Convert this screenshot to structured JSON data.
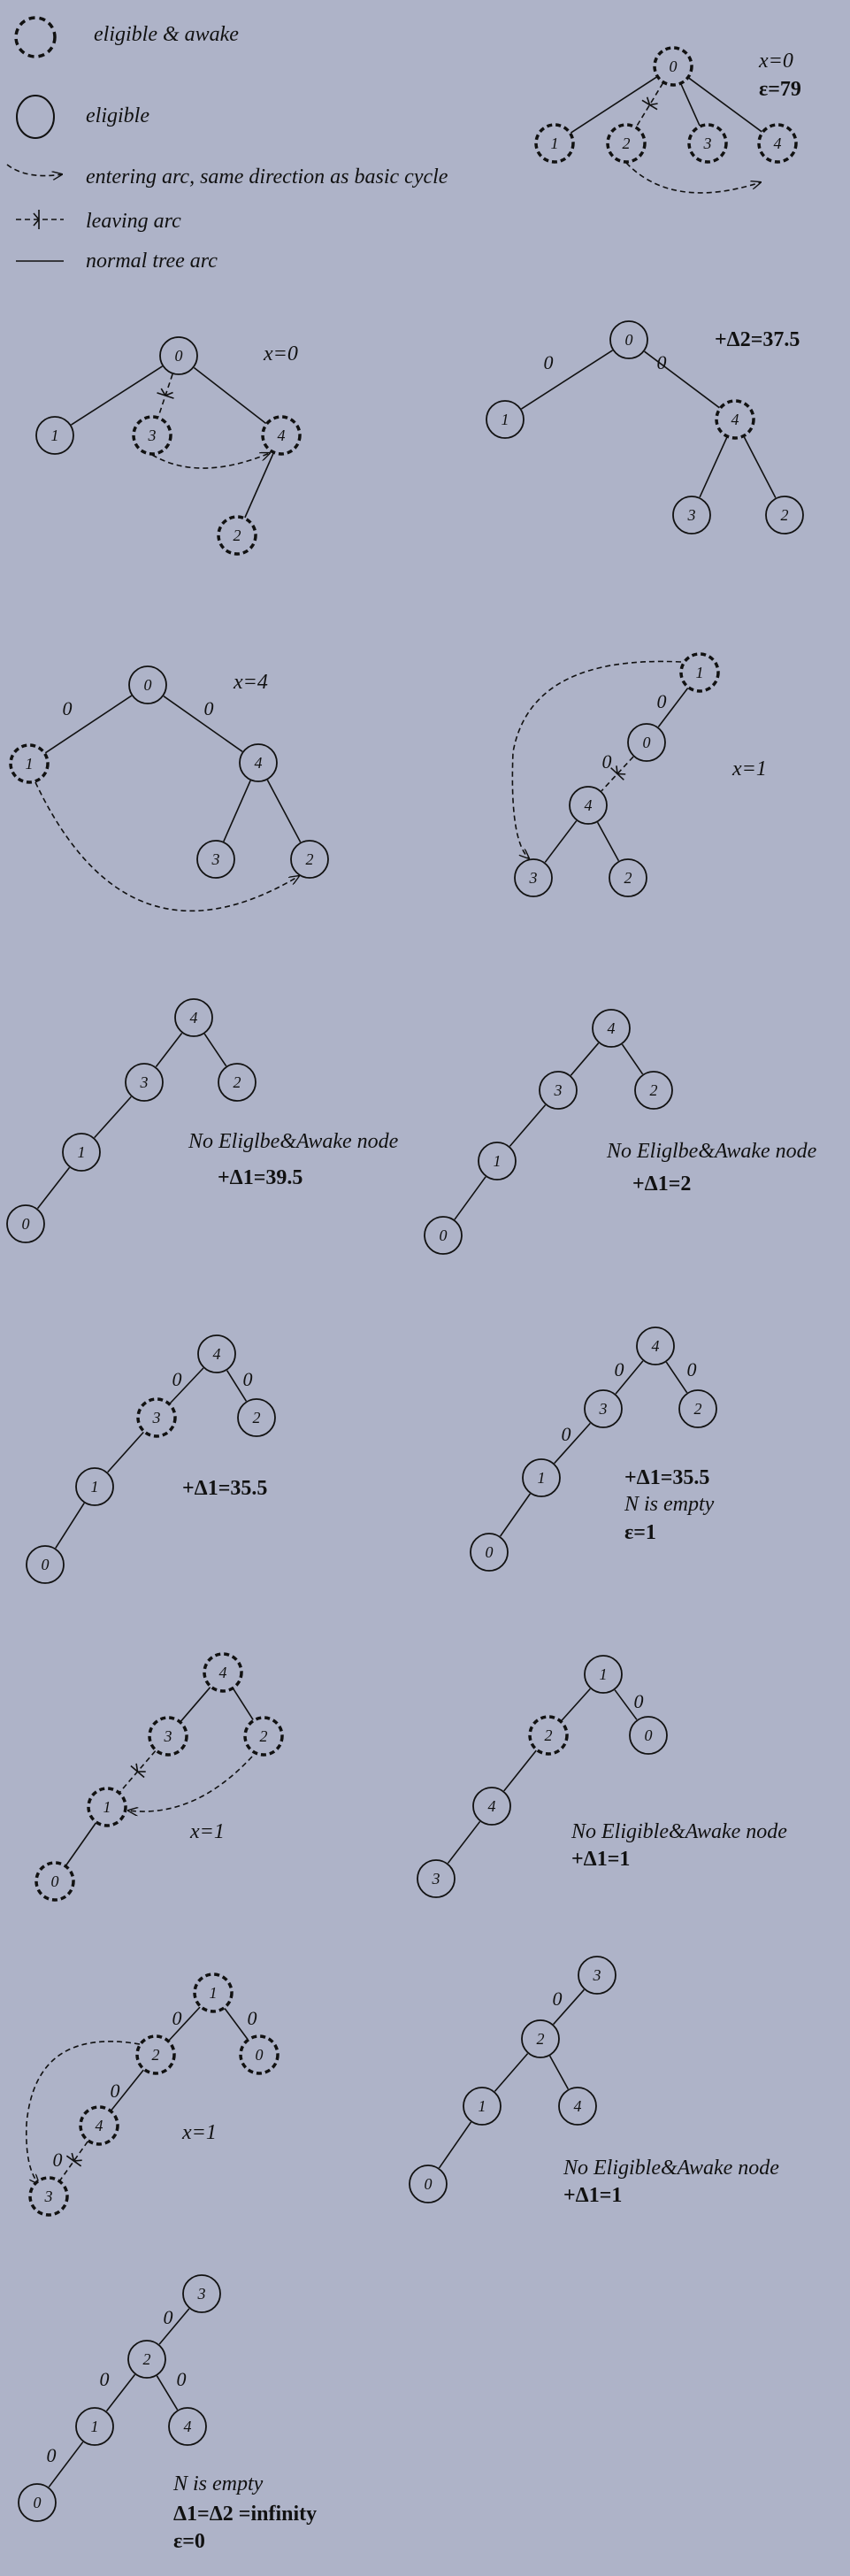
{
  "legend": [
    {
      "symbol": "dashed-circle",
      "text": "eligible & awake"
    },
    {
      "symbol": "solid-circle",
      "text": "eligible"
    },
    {
      "symbol": "dashed-arrow",
      "text": "entering arc, same direction as basic cycle"
    },
    {
      "symbol": "leaving-arc",
      "text": "leaving arc"
    },
    {
      "symbol": "solid-line",
      "text": "normal  tree arc"
    }
  ],
  "panels": [
    {
      "id": "p1",
      "nodes": [
        {
          "id": "n0",
          "label": "0",
          "style": "dashed"
        },
        {
          "id": "n1",
          "label": "1",
          "style": "dashed"
        },
        {
          "id": "n2",
          "label": "2",
          "style": "dashed"
        },
        {
          "id": "n3",
          "label": "3",
          "style": "dashed"
        },
        {
          "id": "n4",
          "label": "4",
          "style": "dashed"
        }
      ],
      "edges": [
        {
          "from": "n0",
          "to": "n1",
          "type": "tree"
        },
        {
          "from": "n0",
          "to": "n2",
          "type": "leaving"
        },
        {
          "from": "n0",
          "to": "n3",
          "type": "tree"
        },
        {
          "from": "n0",
          "to": "n4",
          "type": "tree"
        },
        {
          "from": "n2",
          "to": "n4",
          "type": "entering"
        }
      ],
      "texts": [
        {
          "text": "x=0",
          "style": "italic"
        },
        {
          "text": "ε=79",
          "style": "bold"
        }
      ]
    },
    {
      "id": "p2",
      "nodes": [
        {
          "id": "n0",
          "label": "0",
          "style": "solid"
        },
        {
          "id": "n1",
          "label": "1",
          "style": "solid"
        },
        {
          "id": "n3",
          "label": "3",
          "style": "dashed"
        },
        {
          "id": "n4",
          "label": "4",
          "style": "dashed"
        },
        {
          "id": "n2",
          "label": "2",
          "style": "dashed"
        }
      ],
      "edges": [
        {
          "from": "n0",
          "to": "n1",
          "type": "tree"
        },
        {
          "from": "n0",
          "to": "n3",
          "type": "leaving"
        },
        {
          "from": "n0",
          "to": "n4",
          "type": "tree"
        },
        {
          "from": "n4",
          "to": "n2",
          "type": "tree"
        },
        {
          "from": "n3",
          "to": "n4",
          "type": "entering"
        }
      ],
      "texts": [
        {
          "text": "x=0",
          "style": "italic"
        }
      ]
    },
    {
      "id": "p3",
      "nodes": [
        {
          "id": "n0",
          "label": "0",
          "style": "solid"
        },
        {
          "id": "n1",
          "label": "1",
          "style": "solid"
        },
        {
          "id": "n4",
          "label": "4",
          "style": "dashed"
        },
        {
          "id": "n3",
          "label": "3",
          "style": "solid"
        },
        {
          "id": "n2",
          "label": "2",
          "style": "solid"
        }
      ],
      "edges": [
        {
          "from": "n0",
          "to": "n1",
          "type": "tree",
          "label": "0"
        },
        {
          "from": "n0",
          "to": "n4",
          "type": "tree",
          "label": "0"
        },
        {
          "from": "n4",
          "to": "n3",
          "type": "tree"
        },
        {
          "from": "n4",
          "to": "n2",
          "type": "tree"
        }
      ],
      "texts": [
        {
          "text": "+Δ2=37.5",
          "style": "bold"
        }
      ]
    },
    {
      "id": "p4",
      "nodes": [
        {
          "id": "n0",
          "label": "0",
          "style": "solid"
        },
        {
          "id": "n1",
          "label": "1",
          "style": "dashed"
        },
        {
          "id": "n4",
          "label": "4",
          "style": "solid"
        },
        {
          "id": "n3",
          "label": "3",
          "style": "solid"
        },
        {
          "id": "n2",
          "label": "2",
          "style": "solid"
        }
      ],
      "edges": [
        {
          "from": "n0",
          "to": "n1",
          "type": "tree",
          "label": "0"
        },
        {
          "from": "n0",
          "to": "n4",
          "type": "tree",
          "label": "0"
        },
        {
          "from": "n4",
          "to": "n3",
          "type": "tree"
        },
        {
          "from": "n4",
          "to": "n2",
          "type": "tree"
        },
        {
          "from": "n1",
          "to": "n2",
          "type": "entering"
        }
      ],
      "texts": [
        {
          "text": "x=4",
          "style": "italic"
        }
      ]
    },
    {
      "id": "p5",
      "nodes": [
        {
          "id": "n1",
          "label": "1",
          "style": "dashed"
        },
        {
          "id": "n0",
          "label": "0",
          "style": "solid"
        },
        {
          "id": "n4",
          "label": "4",
          "style": "solid"
        },
        {
          "id": "n3",
          "label": "3",
          "style": "solid"
        },
        {
          "id": "n2",
          "label": "2",
          "style": "solid"
        }
      ],
      "edges": [
        {
          "from": "n1",
          "to": "n0",
          "type": "tree",
          "label": "0"
        },
        {
          "from": "n0",
          "to": "n4",
          "type": "leaving",
          "label": "0"
        },
        {
          "from": "n4",
          "to": "n3",
          "type": "tree"
        },
        {
          "from": "n4",
          "to": "n2",
          "type": "tree"
        },
        {
          "from": "n1",
          "to": "n3",
          "type": "entering"
        }
      ],
      "texts": [
        {
          "text": "x=1",
          "style": "italic"
        }
      ]
    },
    {
      "id": "p6",
      "nodes": [
        {
          "id": "n4",
          "label": "4",
          "style": "solid"
        },
        {
          "id": "n3",
          "label": "3",
          "style": "solid"
        },
        {
          "id": "n2",
          "label": "2",
          "style": "solid"
        },
        {
          "id": "n1",
          "label": "1",
          "style": "solid"
        },
        {
          "id": "n0",
          "label": "0",
          "style": "solid"
        }
      ],
      "edges": [
        {
          "from": "n4",
          "to": "n3",
          "type": "tree"
        },
        {
          "from": "n4",
          "to": "n2",
          "type": "tree"
        },
        {
          "from": "n3",
          "to": "n1",
          "type": "tree"
        },
        {
          "from": "n1",
          "to": "n0",
          "type": "tree"
        }
      ],
      "texts": [
        {
          "text": "No Eliglbe&Awake node",
          "style": "italic"
        },
        {
          "text": "+Δ1=39.5",
          "style": "bold"
        }
      ]
    },
    {
      "id": "p7",
      "nodes": [
        {
          "id": "n4",
          "label": "4",
          "style": "solid"
        },
        {
          "id": "n3",
          "label": "3",
          "style": "solid"
        },
        {
          "id": "n2",
          "label": "2",
          "style": "solid"
        },
        {
          "id": "n1",
          "label": "1",
          "style": "solid"
        },
        {
          "id": "n0",
          "label": "0",
          "style": "solid"
        }
      ],
      "edges": [
        {
          "from": "n4",
          "to": "n3",
          "type": "tree"
        },
        {
          "from": "n4",
          "to": "n2",
          "type": "tree"
        },
        {
          "from": "n3",
          "to": "n1",
          "type": "tree"
        },
        {
          "from": "n1",
          "to": "n0",
          "type": "tree"
        }
      ],
      "texts": [
        {
          "text": "No Eliglbe&Awake node",
          "style": "italic"
        },
        {
          "text": "+Δ1=2",
          "style": "bold"
        }
      ]
    },
    {
      "id": "p8",
      "nodes": [
        {
          "id": "n4",
          "label": "4",
          "style": "solid"
        },
        {
          "id": "n3",
          "label": "3",
          "style": "dashed"
        },
        {
          "id": "n2",
          "label": "2",
          "style": "solid"
        },
        {
          "id": "n1",
          "label": "1",
          "style": "solid"
        },
        {
          "id": "n0",
          "label": "0",
          "style": "solid"
        }
      ],
      "edges": [
        {
          "from": "n4",
          "to": "n3",
          "type": "tree",
          "label": "0"
        },
        {
          "from": "n4",
          "to": "n2",
          "type": "tree",
          "label": "0"
        },
        {
          "from": "n3",
          "to": "n1",
          "type": "tree"
        },
        {
          "from": "n1",
          "to": "n0",
          "type": "tree"
        }
      ],
      "texts": [
        {
          "text": "+Δ1=35.5",
          "style": "bold"
        }
      ]
    },
    {
      "id": "p9",
      "nodes": [
        {
          "id": "n4",
          "label": "4",
          "style": "solid"
        },
        {
          "id": "n3",
          "label": "3",
          "style": "solid"
        },
        {
          "id": "n2",
          "label": "2",
          "style": "solid"
        },
        {
          "id": "n1",
          "label": "1",
          "style": "solid"
        },
        {
          "id": "n0",
          "label": "0",
          "style": "solid"
        }
      ],
      "edges": [
        {
          "from": "n4",
          "to": "n3",
          "type": "tree",
          "label": "0"
        },
        {
          "from": "n4",
          "to": "n2",
          "type": "tree",
          "label": "0"
        },
        {
          "from": "n3",
          "to": "n1",
          "type": "tree",
          "label": "0"
        },
        {
          "from": "n1",
          "to": "n0",
          "type": "tree"
        }
      ],
      "texts": [
        {
          "text": "+Δ1=35.5",
          "style": "bold"
        },
        {
          "text": "N is empty",
          "style": "italic"
        },
        {
          "text": "ε=1",
          "style": "bold"
        }
      ]
    },
    {
      "id": "p10",
      "nodes": [
        {
          "id": "n4",
          "label": "4",
          "style": "dashed"
        },
        {
          "id": "n3",
          "label": "3",
          "style": "dashed"
        },
        {
          "id": "n2",
          "label": "2",
          "style": "dashed"
        },
        {
          "id": "n1",
          "label": "1",
          "style": "dashed"
        },
        {
          "id": "n0",
          "label": "0",
          "style": "dashed"
        }
      ],
      "edges": [
        {
          "from": "n4",
          "to": "n3",
          "type": "tree"
        },
        {
          "from": "n4",
          "to": "n2",
          "type": "tree"
        },
        {
          "from": "n3",
          "to": "n1",
          "type": "leaving"
        },
        {
          "from": "n1",
          "to": "n0",
          "type": "tree"
        },
        {
          "from": "n2",
          "to": "n1",
          "type": "entering"
        }
      ],
      "texts": [
        {
          "text": "x=1",
          "style": "italic"
        }
      ]
    },
    {
      "id": "p11",
      "nodes": [
        {
          "id": "n1",
          "label": "1",
          "style": "solid"
        },
        {
          "id": "n0",
          "label": "0",
          "style": "solid"
        },
        {
          "id": "n2",
          "label": "2",
          "style": "dashed"
        },
        {
          "id": "n4",
          "label": "4",
          "style": "solid"
        },
        {
          "id": "n3",
          "label": "3",
          "style": "solid"
        }
      ],
      "edges": [
        {
          "from": "n1",
          "to": "n0",
          "type": "tree",
          "label": "0"
        },
        {
          "from": "n1",
          "to": "n2",
          "type": "tree"
        },
        {
          "from": "n2",
          "to": "n4",
          "type": "tree"
        },
        {
          "from": "n4",
          "to": "n3",
          "type": "tree"
        }
      ],
      "texts": [
        {
          "text": "No Eligible&Awake node",
          "style": "italic"
        },
        {
          "text": "+Δ1=1",
          "style": "bold"
        }
      ]
    },
    {
      "id": "p12",
      "nodes": [
        {
          "id": "n1",
          "label": "1",
          "style": "dashed"
        },
        {
          "id": "n0",
          "label": "0",
          "style": "dashed"
        },
        {
          "id": "n2",
          "label": "2",
          "style": "dashed"
        },
        {
          "id": "n4",
          "label": "4",
          "style": "dashed"
        },
        {
          "id": "n3",
          "label": "3",
          "style": "dashed"
        }
      ],
      "edges": [
        {
          "from": "n1",
          "to": "n2",
          "type": "tree",
          "label": "0"
        },
        {
          "from": "n1",
          "to": "n0",
          "type": "tree",
          "label": "0"
        },
        {
          "from": "n2",
          "to": "n4",
          "type": "tree",
          "label": "0"
        },
        {
          "from": "n4",
          "to": "n3",
          "type": "leaving",
          "label": "0"
        },
        {
          "from": "n2",
          "to": "n3",
          "type": "entering"
        }
      ],
      "texts": [
        {
          "text": "x=1",
          "style": "italic"
        }
      ]
    },
    {
      "id": "p13",
      "nodes": [
        {
          "id": "n3",
          "label": "3",
          "style": "solid"
        },
        {
          "id": "n2",
          "label": "2",
          "style": "solid"
        },
        {
          "id": "n1",
          "label": "1",
          "style": "solid"
        },
        {
          "id": "n4",
          "label": "4",
          "style": "solid"
        },
        {
          "id": "n0",
          "label": "0",
          "style": "solid"
        }
      ],
      "edges": [
        {
          "from": "n3",
          "to": "n2",
          "type": "tree",
          "label": "0"
        },
        {
          "from": "n2",
          "to": "n1",
          "type": "tree"
        },
        {
          "from": "n2",
          "to": "n4",
          "type": "tree"
        },
        {
          "from": "n1",
          "to": "n0",
          "type": "tree"
        }
      ],
      "texts": [
        {
          "text": "No Eligible&Awake node",
          "style": "italic"
        },
        {
          "text": "+Δ1=1",
          "style": "bold"
        }
      ]
    },
    {
      "id": "p14",
      "nodes": [
        {
          "id": "n3",
          "label": "3",
          "style": "solid"
        },
        {
          "id": "n2",
          "label": "2",
          "style": "solid"
        },
        {
          "id": "n1",
          "label": "1",
          "style": "solid"
        },
        {
          "id": "n4",
          "label": "4",
          "style": "solid"
        },
        {
          "id": "n0",
          "label": "0",
          "style": "solid"
        }
      ],
      "edges": [
        {
          "from": "n3",
          "to": "n2",
          "type": "tree",
          "label": "0"
        },
        {
          "from": "n2",
          "to": "n1",
          "type": "tree",
          "label": "0"
        },
        {
          "from": "n2",
          "to": "n4",
          "type": "tree",
          "label": "0"
        },
        {
          "from": "n1",
          "to": "n0",
          "type": "tree",
          "label": "0"
        }
      ],
      "texts": [
        {
          "text": "N is empty",
          "style": "italic"
        },
        {
          "text": "Δ1=Δ2   =infinity",
          "style": "bold-mixed"
        },
        {
          "text": "ε=0",
          "style": "bold"
        }
      ]
    }
  ]
}
